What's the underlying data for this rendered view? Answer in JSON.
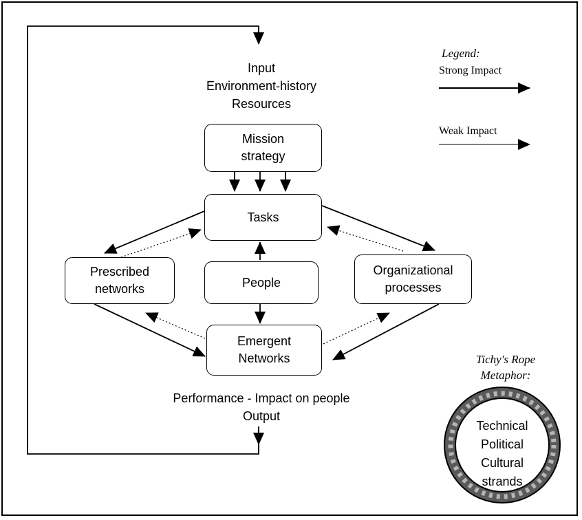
{
  "input": {
    "lines": "Input\nEnvironment-history\nResources"
  },
  "output": {
    "lines": "Performance - Impact on people\nOutput"
  },
  "nodes": {
    "mission": "Mission\nstrategy",
    "tasks": "Tasks",
    "people": "People",
    "prescribed": "Prescribed\nnetworks",
    "organizational": "Organizational\nprocesses",
    "emergent": "Emergent\nNetworks"
  },
  "legend": {
    "title": "Legend:",
    "strong": "Strong Impact",
    "weak": "Weak Impact"
  },
  "metaphor": {
    "title": "Tichy's Rope\nMetaphor:",
    "strands": "Technical\nPolitical\nCultural\nstrands"
  },
  "colors": {
    "line": "#000000",
    "rope": "#555555",
    "rope_light": "#9a9a9a"
  }
}
